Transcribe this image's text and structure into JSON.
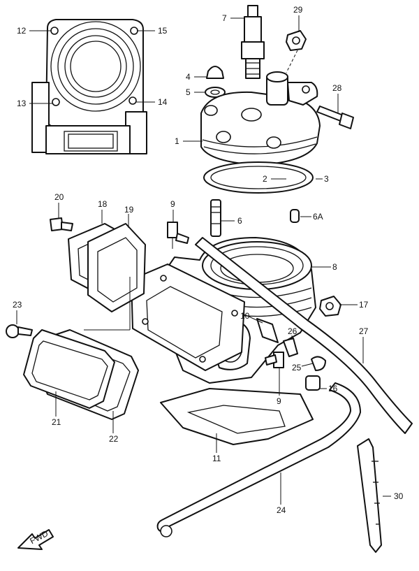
{
  "callouts": [
    "1",
    "2",
    "3",
    "4",
    "5",
    "6",
    "6A",
    "7",
    "8",
    "9",
    "9",
    "10",
    "11",
    "12",
    "13",
    "14",
    "15",
    "16",
    "17",
    "18",
    "19",
    "20",
    "21",
    "22",
    "23",
    "24",
    "25",
    "26",
    "27",
    "28",
    "29",
    "30"
  ],
  "fwd_label": "FWD"
}
